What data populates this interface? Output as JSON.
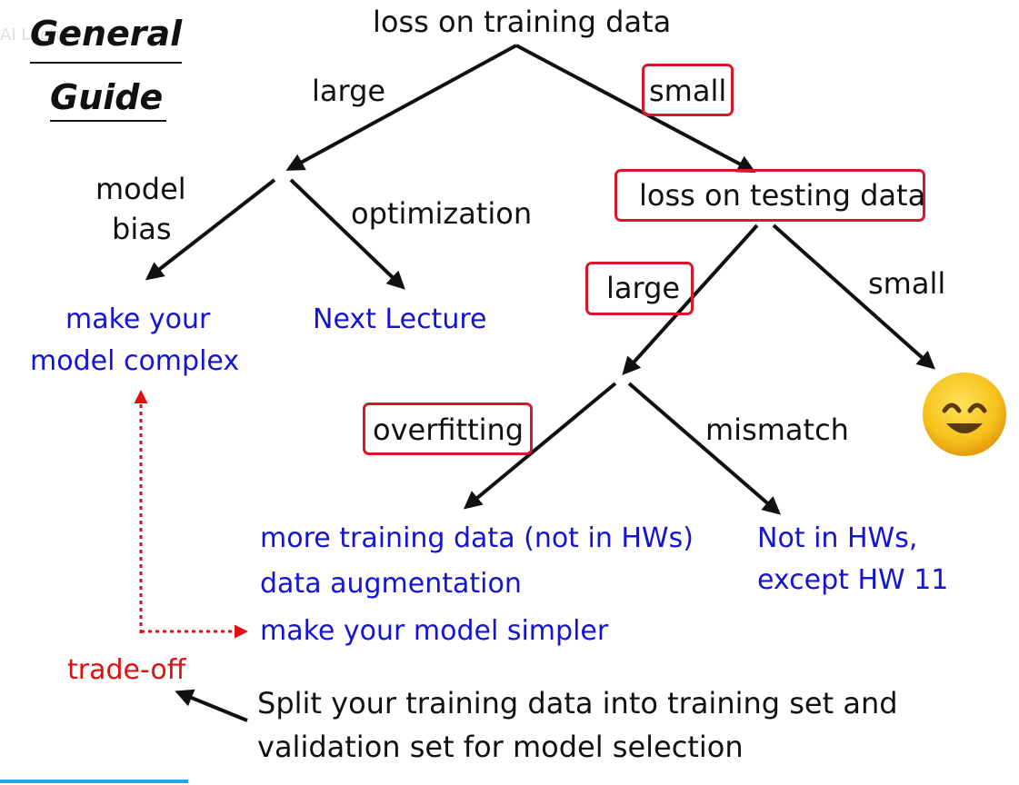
{
  "title": {
    "line1": "General",
    "line2": "Guide"
  },
  "watermark": "AI Lecture",
  "root": "loss on training data",
  "edges": {
    "large_left": "large",
    "small_right": "small",
    "model_bias_1": "model",
    "model_bias_2": "bias",
    "optimization": "optimization",
    "large_test": "large",
    "small_test": "small",
    "overfitting": "overfitting",
    "mismatch": "mismatch"
  },
  "nodes": {
    "loss_testing": "loss on testing data",
    "make_complex_1": "make your",
    "make_complex_2": "model complex",
    "next_lecture": "Next Lecture",
    "more_training": "more training data (not in HWs)",
    "data_aug": "data augmentation",
    "make_simpler": "make your model simpler",
    "not_in_hws_1": "Not in HWs,",
    "not_in_hws_2": "except HW 11"
  },
  "tradeoff": "trade-off",
  "split_note": {
    "line1": "Split your training data into training set and",
    "line2": "validation set for model selection"
  },
  "colors": {
    "black": "#111111",
    "blue": "#1414d2",
    "red": "#e01010",
    "highlight_box": "#d6182a",
    "emoji": "#f6c21c"
  },
  "icons": {
    "emoji": "smiling-face-icon"
  }
}
